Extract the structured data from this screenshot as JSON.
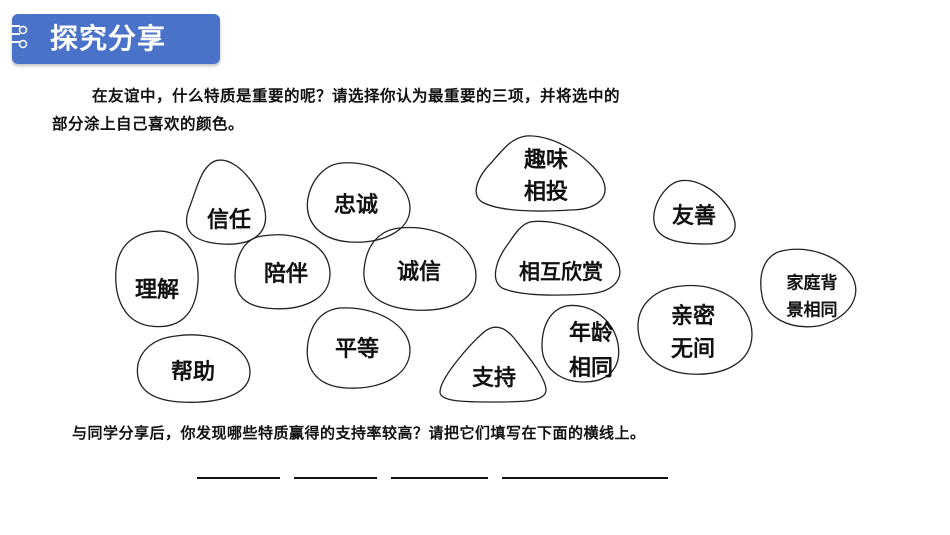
{
  "header": {
    "title": "探究分享",
    "color": "#4a72c9"
  },
  "prompt": {
    "line1": "在友谊中，什么特质是重要的呢？请选择你认为最重要的三项，并将选中的",
    "line2": "部分涂上自己喜欢的颜色。"
  },
  "traits": {
    "xinren": "信任",
    "zhongcheng": "忠诚",
    "quwei_1": "趣味",
    "quwei_2": "相投",
    "youshan": "友善",
    "lijie": "理解",
    "peiban": "陪伴",
    "chengxin": "诚信",
    "xinshang": "相互欣赏",
    "jiating_1": "家庭背",
    "jiating_2": "景相同",
    "bangzhu": "帮助",
    "pingdeng": "平等",
    "zhichi": "支持",
    "nianling_1": "年龄",
    "nianling_2": "相同",
    "qinmi_1": "亲密",
    "qinmi_2": "无间"
  },
  "share": {
    "text": "与同学分享后，你发现哪些特质赢得的支持率较高？请把它们填写在下面的横线上。"
  }
}
